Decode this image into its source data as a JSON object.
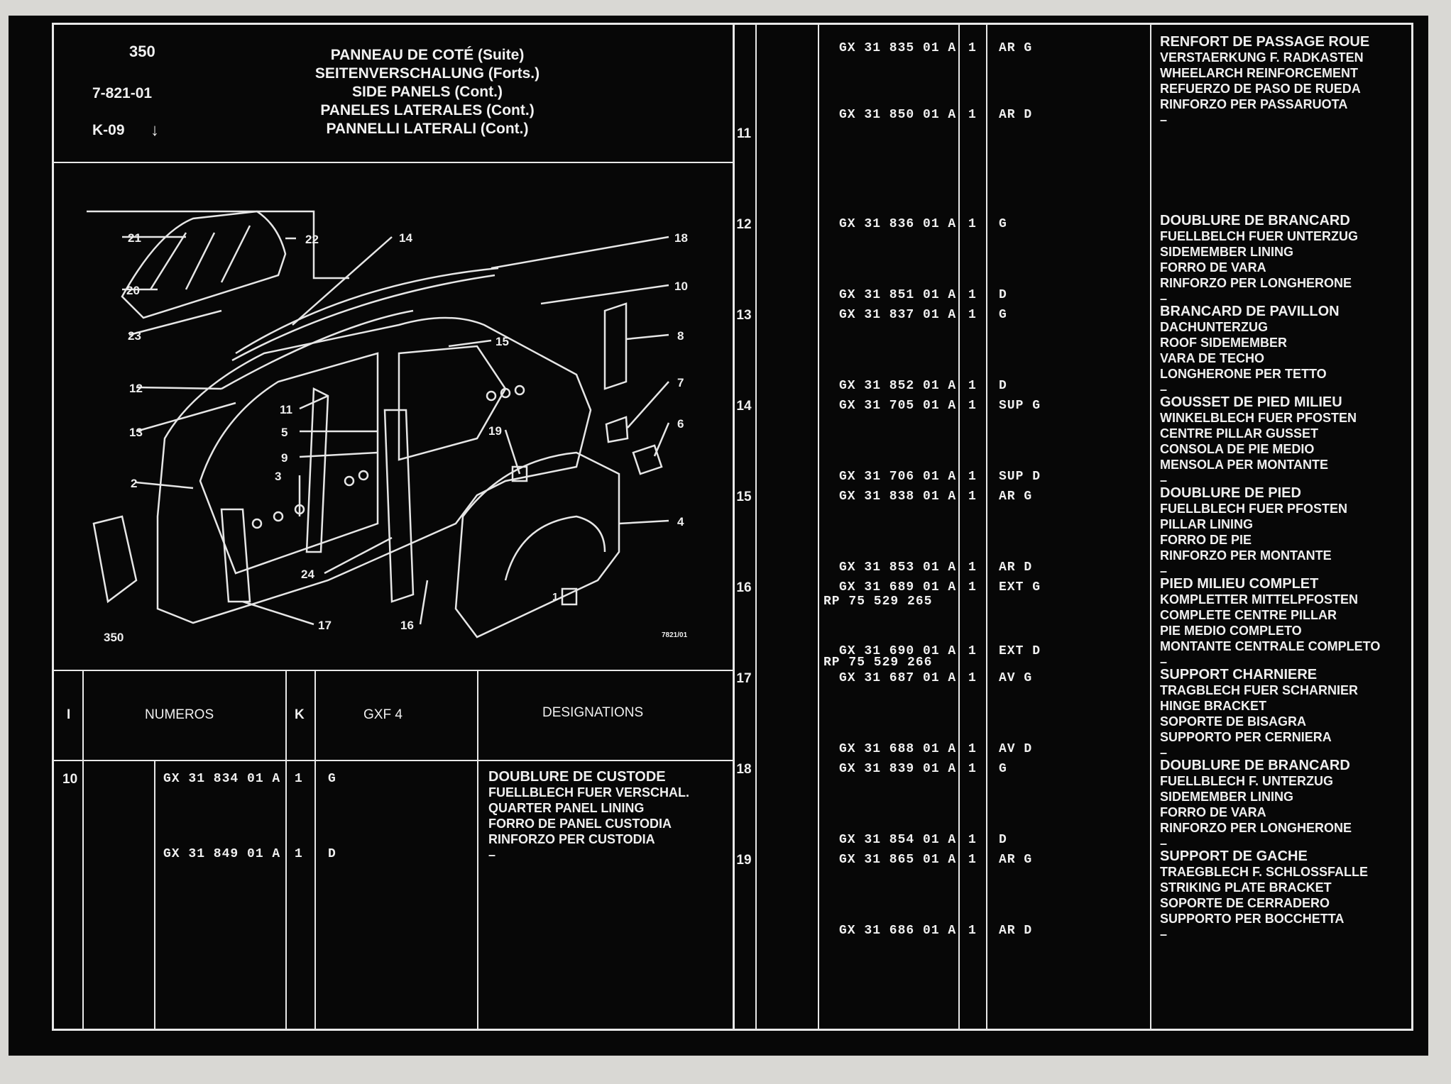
{
  "header": {
    "page_number": "350",
    "reference": "7-821-01",
    "key": "K-09",
    "arrow": "↓",
    "title_lines": [
      "PANNEAU DE COTÉ (Suite)",
      "SEITENVERSCHALUNG (Forts.)",
      "SIDE PANELS (Cont.)",
      "PANELES LATERALES (Cont.)",
      "PANNELLI LATERALI (Cont.)"
    ]
  },
  "diagram": {
    "page_label": "350",
    "box_label": "1",
    "drawing_ref": "7821/01",
    "callouts": [
      "21",
      "22",
      "14",
      "18",
      "20",
      "10",
      "23",
      "15",
      "8",
      "12",
      "11",
      "7",
      "13",
      "5",
      "19",
      "6",
      "9",
      "2",
      "3",
      "4",
      "24",
      "17",
      "16"
    ]
  },
  "columns": {
    "index": "I",
    "numbers": "NUMEROS",
    "k": "K",
    "model": "GXF 4",
    "designations": "DESIGNATIONS"
  },
  "left_rows": [
    {
      "index": "10",
      "number": "GX 31 834 01 A",
      "qty": "1",
      "side": "G",
      "designations": [
        "DOUBLURE DE CUSTODE",
        "FUELLBLECH FUER VERSCHAL.",
        "QUARTER PANEL LINING",
        "FORRO DE PANEL CUSTODIA",
        "RINFORZO PER CUSTODIA",
        "–"
      ]
    },
    {
      "index": "",
      "number": "GX 31 849 01 A",
      "qty": "1",
      "side": "D",
      "designations": []
    }
  ],
  "right_rows": [
    {
      "index": "11",
      "parts": [
        {
          "number": "GX 31 835 01 A",
          "qty": "1",
          "side": "AR G"
        },
        {
          "number": "GX 31 850 01 A",
          "qty": "1",
          "side": "AR D"
        }
      ],
      "designations": [
        "RENFORT DE PASSAGE ROUE",
        "VERSTAERKUNG F. RADKASTEN",
        "WHEELARCH REINFORCEMENT",
        "REFUERZO DE PASO DE RUEDA",
        "RINFORZO PER PASSARUOTA",
        "–"
      ]
    },
    {
      "index": "12",
      "parts": [
        {
          "number": "GX 31 836 01 A",
          "qty": "1",
          "side": "G"
        },
        {
          "number": "GX 31 851 01 A",
          "qty": "1",
          "side": "D"
        }
      ],
      "designations": [
        "DOUBLURE DE BRANCARD",
        "FUELLBELCH FUER UNTERZUG",
        "SIDEMEMBER LINING",
        "FORRO DE VARA",
        "RINFORZO PER LONGHERONE",
        "–"
      ]
    },
    {
      "index": "13",
      "parts": [
        {
          "number": "GX 31 837 01 A",
          "qty": "1",
          "side": "G"
        },
        {
          "number": "GX 31 852 01 A",
          "qty": "1",
          "side": "D"
        }
      ],
      "designations": [
        "BRANCARD DE PAVILLON",
        "DACHUNTERZUG",
        "ROOF SIDEMEMBER",
        "VARA DE TECHO",
        "LONGHERONE PER TETTO",
        "–"
      ]
    },
    {
      "index": "14",
      "parts": [
        {
          "number": "GX 31 705 01 A",
          "qty": "1",
          "side": "SUP G"
        },
        {
          "number": "GX 31 706 01 A",
          "qty": "1",
          "side": "SUP D"
        }
      ],
      "designations": [
        "GOUSSET DE PIED MILIEU",
        "WINKELBLECH FUER PFOSTEN",
        "CENTRE PILLAR GUSSET",
        "CONSOLA DE PIE MEDIO",
        "MENSOLA PER MONTANTE",
        "–"
      ]
    },
    {
      "index": "15",
      "parts": [
        {
          "number": "GX 31 838 01 A",
          "qty": "1",
          "side": "AR G"
        },
        {
          "number": "GX 31 853 01 A",
          "qty": "1",
          "side": "AR D"
        }
      ],
      "designations": [
        "DOUBLURE DE PIED",
        "FUELLBLECH FUER PFOSTEN",
        "PILLAR LINING",
        "FORRO DE PIE",
        "RINFORZO PER MONTANTE",
        "–"
      ]
    },
    {
      "index": "16",
      "parts": [
        {
          "number": "GX 31 689 01 A",
          "qty": "1",
          "side": "EXT G"
        },
        {
          "number": "RP 75 529 265",
          "qty": "",
          "side": ""
        },
        {
          "number": "GX 31 690 01 A",
          "qty": "1",
          "side": "EXT D"
        },
        {
          "number": "RP 75 529 266",
          "qty": "",
          "side": ""
        }
      ],
      "designations": [
        "PIED MILIEU COMPLET",
        "KOMPLETTER MITTELPFOSTEN",
        "COMPLETE CENTRE PILLAR",
        "PIE MEDIO COMPLETO",
        "MONTANTE CENTRALE COMPLETO",
        "–"
      ]
    },
    {
      "index": "17",
      "parts": [
        {
          "number": "GX 31 687 01 A",
          "qty": "1",
          "side": "AV G"
        },
        {
          "number": "GX 31 688 01 A",
          "qty": "1",
          "side": "AV D"
        }
      ],
      "designations": [
        "SUPPORT CHARNIERE",
        "TRAGBLECH FUER SCHARNIER",
        "HINGE BRACKET",
        "SOPORTE DE BISAGRA",
        "SUPPORTO PER CERNIERA",
        "–"
      ]
    },
    {
      "index": "18",
      "parts": [
        {
          "number": "GX 31 839 01 A",
          "qty": "1",
          "side": "G"
        },
        {
          "number": "GX 31 854 01 A",
          "qty": "1",
          "side": "D"
        }
      ],
      "designations": [
        "DOUBLURE DE BRANCARD",
        "FUELLBLECH F. UNTERZUG",
        "SIDEMEMBER LINING",
        "FORRO DE VARA",
        "RINFORZO PER LONGHERONE",
        "–"
      ]
    },
    {
      "index": "19",
      "parts": [
        {
          "number": "GX 31 865 01 A",
          "qty": "1",
          "side": "AR G"
        },
        {
          "number": "GX 31 686 01 A",
          "qty": "1",
          "side": "AR D"
        }
      ],
      "designations": [
        "SUPPORT DE GACHE",
        "TRAEGBLECH F. SCHLOSSFALLE",
        "STRIKING PLATE BRACKET",
        "SOPORTE DE CERRADERO",
        "SUPPORTO PER BOCCHETTA",
        "–"
      ]
    }
  ]
}
